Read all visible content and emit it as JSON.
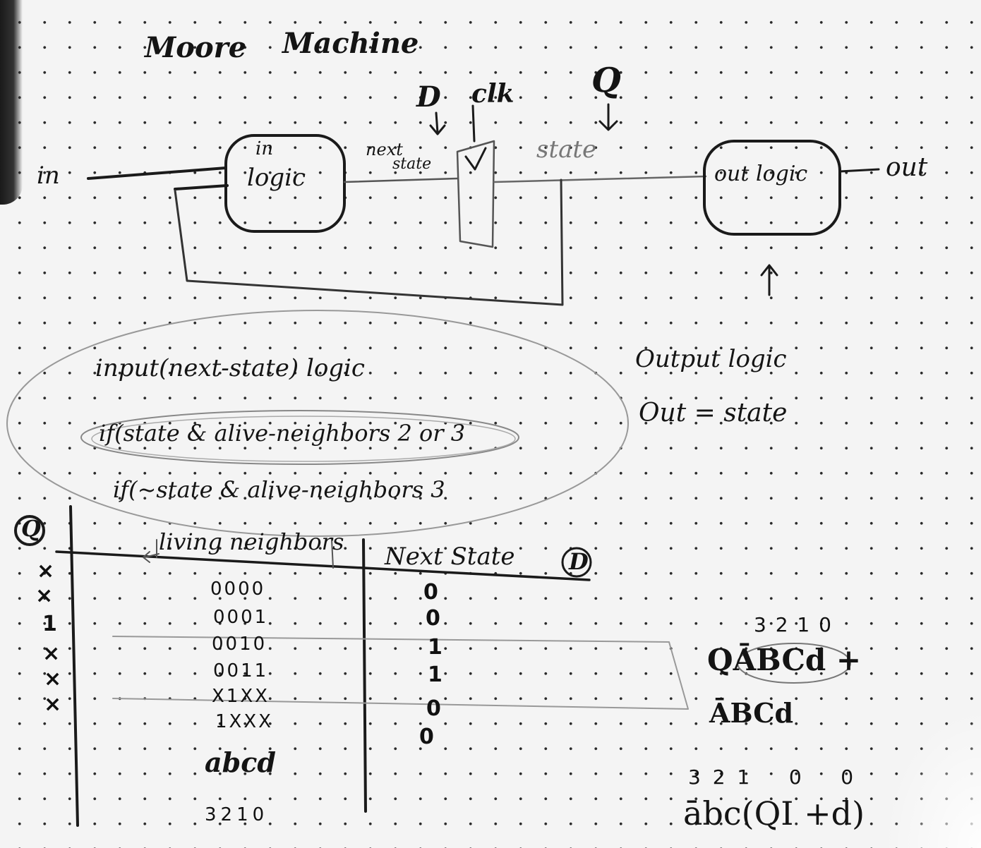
{
  "diagram": {
    "title": {
      "word1": "Moore",
      "word2": "Machine"
    },
    "labels": {
      "in": "in",
      "in_logic_top": "in",
      "in_logic_bottom": "logic",
      "next_state_top": "next",
      "next_state_bottom": "state",
      "d": "D",
      "clk": "clk",
      "q": "Q",
      "state": "state",
      "out_logic": "out logic",
      "out": "out"
    },
    "notes": {
      "input_heading": "input(next-state) logic",
      "cond1": "if(state & alive-neighbors 2 or 3",
      "cond2": "if(~state & alive-neighbors 3",
      "output_heading": "Output logic",
      "output_eq": "Out = state"
    },
    "truth_table": {
      "q_header": "Q",
      "col1_header": "living neighbors",
      "col2_header": "Next State",
      "col2_marker": "D",
      "rows": [
        {
          "q": "×",
          "neighbors": "0000",
          "next": "0"
        },
        {
          "q": "×",
          "neighbors": "0001",
          "next": "0"
        },
        {
          "q": "1",
          "neighbors": "0010",
          "next": "1"
        },
        {
          "q": "×",
          "neighbors": "0011",
          "next": "1"
        },
        {
          "q": "×",
          "neighbors": "X1XX",
          "next": "0"
        },
        {
          "q": "×",
          "neighbors": "1XXX",
          "next": "0"
        }
      ],
      "var_names": "abcd",
      "bit_indices": "3210"
    },
    "equation": {
      "indices1": "3 2 1 0",
      "line1": "QĀBCd +",
      "line2": "ĀBCd",
      "indices3": "3 2 1    0    0",
      "line3": "ābc(QI +d)"
    }
  }
}
